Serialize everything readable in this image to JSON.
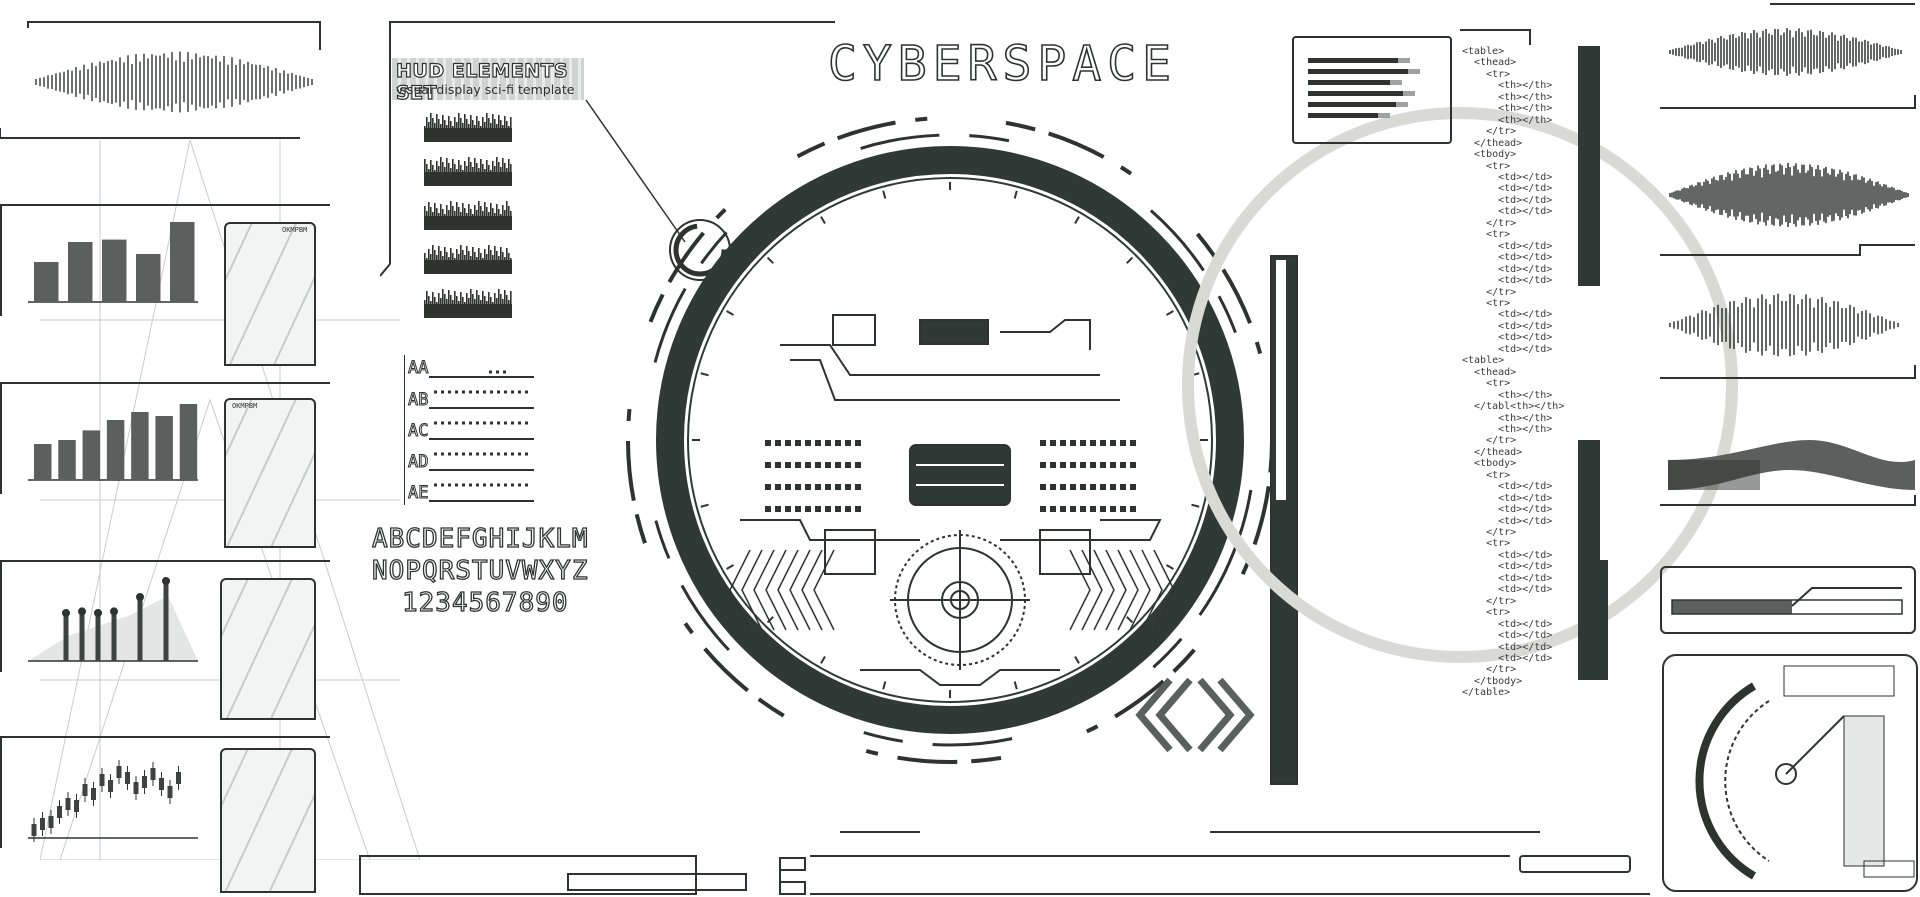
{
  "header": {
    "title": "CYBERSPACE",
    "set_title": "HUD ELEMENTS SET",
    "set_subtitle": "visual display sci-fi template"
  },
  "row_labels": [
    "AA",
    "AB",
    "AC",
    "AD",
    "AE"
  ],
  "font_specimen": {
    "line1": "ABCDEFGHIJKLM",
    "line2": "NOPQRSTUVWXYZ",
    "line3": "1234567890"
  },
  "panel_captions": {
    "top_screen": "OKMPBM",
    "middle_screen": "OKMPBM"
  },
  "code_snippet": [
    "<table>",
    "  <thead>",
    "    <tr>",
    "      <th></th>",
    "      <th></th>",
    "      <th></th>",
    "      <th></th>",
    "    </tr>",
    "  </thead>",
    "  <tbody>",
    "    <tr>",
    "      <td></td>",
    "      <td></td>",
    "      <td></td>",
    "      <td></td>",
    "    </tr>",
    "    <tr>",
    "      <td></td>",
    "      <td></td>",
    "      <td></td>",
    "      <td></td>",
    "    </tr>",
    "    <tr>",
    "      <td></td>",
    "      <td></td>",
    "      <td></td>",
    "      <td></td>",
    "<table>",
    "  <thead>",
    "    <tr>",
    "      <th></th>",
    "  </tabl<th></th>",
    "      <th></th>",
    "      <th></th>",
    "    </tr>",
    "  </thead>",
    "  <tbody>",
    "    <tr>",
    "      <td></td>",
    "      <td></td>",
    "      <td></td>",
    "      <td></td>",
    "    </tr>",
    "    <tr>",
    "      <td></td>",
    "      <td></td>",
    "      <td></td>",
    "      <td></td>",
    "    </tr>",
    "    <tr>",
    "      <td></td>",
    "      <td></td>",
    "      <td></td>",
    "      <td></td>",
    "    </tr>",
    "  </tbody>",
    "</table>"
  ],
  "mini_charts": {
    "bar_chart_1": [
      0.5,
      0.75,
      0.78,
      0.6,
      1.0
    ],
    "bar_chart_2": [
      0.45,
      0.5,
      0.62,
      0.75,
      0.85,
      0.8,
      0.95
    ],
    "lollipop_chart": [
      0.6,
      0.62,
      0.6,
      0.62,
      0.8,
      1.0
    ]
  },
  "colors": {
    "ink": "#2e3330",
    "ring": "#2f3a36",
    "light_ring": "#d9d9d6",
    "grey": "#5b5f5d"
  }
}
